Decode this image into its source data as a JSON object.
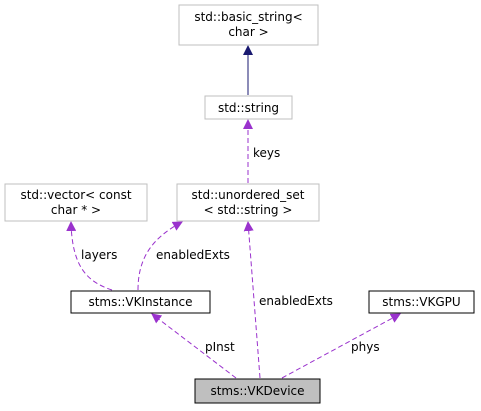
{
  "diagram": {
    "colors": {
      "solid_edge": "#191970",
      "dashed_edge": "#9a32cd",
      "gray_border": "#bfbfbf",
      "black_border": "#000000",
      "focus_fill": "#bfbfbf"
    },
    "nodes": {
      "basic_string": [
        "std::basic_string<",
        "char >"
      ],
      "string": [
        "std::string"
      ],
      "vector": [
        "std::vector< const",
        "char * >"
      ],
      "unordered_set": [
        "std::unordered_set",
        "< std::string >"
      ],
      "vkinstance": [
        "stms::VKInstance"
      ],
      "vkgpu": [
        "stms::VKGPU"
      ],
      "vkdevice": [
        "stms::VKDevice"
      ]
    },
    "edges": {
      "keys": "keys",
      "layers": "layers",
      "enabled_exts_instance": "enabledExts",
      "enabled_exts_device": "enabledExts",
      "pinst": "pInst",
      "phys": "phys"
    }
  }
}
